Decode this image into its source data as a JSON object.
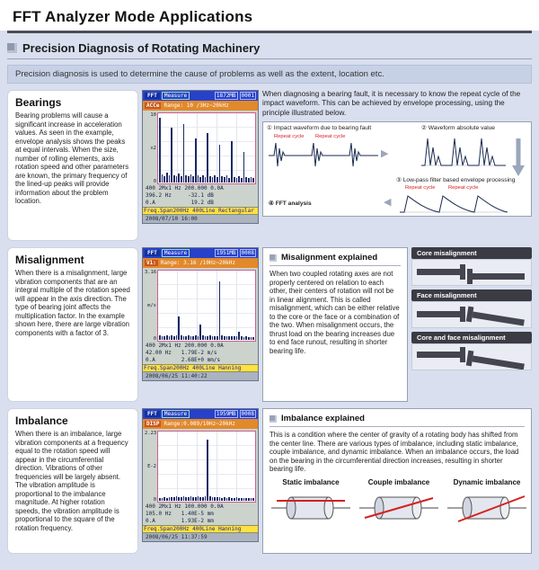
{
  "page": {
    "title": "FFT Analyzer Mode Applications",
    "section_title": "Precision Diagnosis of Rotating Machinery",
    "intro": "Precision diagnosis is used to determine the cause of problems as well as the extent, location etc."
  },
  "bearings": {
    "heading": "Bearings",
    "body": "Bearing problems will cause a significant increase in acceleration values. As seen in the example, envelope analysis shows the peaks at equal intervals. When the size, number of rolling elements, axis rotation speed and other parameters are known, the primary frequency of the lined-up peaks will provide information about the problem location.",
    "right_intro": "When diagnosing a bearing fault, it is necessary to know the repeat cycle of the impact waveform. This can be achieved by envelope processing, using the principle illustrated below.",
    "diagram": {
      "step1": "① Impact waveform due to bearing fault",
      "step2": "② Waveform absolute value",
      "step3": "③ Low-pass filter based envelope processing",
      "step4": "④ FFT analysis",
      "repeat_cycle": "Repeat cycle"
    },
    "screen": {
      "app": "FFT",
      "mode": "Measure",
      "memory": "1872MB",
      "counter": "0001",
      "channel": "ACCe",
      "range": "Range: 10 /3Hz~20kHz",
      "y_top": "10",
      "y_mid": "x2",
      "y_bottom": "0",
      "readout1": "400 2Mx1 Hz 200.000 0.0A",
      "readout2": "396.2 Hz     -32.1 dB",
      "readout3": "0.A           19.2 dB",
      "status": "Freq.Span200Hz 400Line Rectangular",
      "datetime": "2008/07/10 16:00",
      "spectrum": [
        95,
        12,
        9,
        14,
        10,
        80,
        11,
        9,
        13,
        9,
        85,
        10,
        9,
        12,
        9,
        65,
        10,
        8,
        11,
        8,
        72,
        9,
        8,
        10,
        8,
        55,
        9,
        8,
        10,
        7,
        60,
        8,
        7,
        9,
        7,
        45,
        8,
        7,
        8,
        7
      ]
    }
  },
  "misalignment": {
    "heading": "Misalignment",
    "body": "When there is a misalignment, large vibration components that are an integral multiple of the rotation speed will appear in the axis direction. The type of bearing joint affects the multiplication factor. In the example shown here, there are large vibration components with a factor of 3.",
    "explained_title": "Misalignment explained",
    "explained_body": "When two coupled rotating axes are not properly centered on relation to each other, their centers of rotation will not be in linear alignment. This is called misalignment, which can be either relative to the core or the face or a combination of the two. When misalignment occurs, the thrust load on the bearing increases due to end face runout, resulting in shorter bearing life.",
    "types": [
      "Core misalignment",
      "Face misalignment",
      "Core and face misalignment"
    ],
    "screen": {
      "app": "FFT",
      "mode": "Measure",
      "memory": "1951MB",
      "counter": "0008",
      "channel": "V1:",
      "range": "Range: 3.16 /10Hz~20kHz",
      "y_top": "3.16",
      "y_mid": "m/s",
      "y_bottom": "0",
      "readout1": "400 2Mx1 Hz 200.000 0.0A",
      "readout2": "42.00 Hz   1.79E-2 m/s",
      "readout3": "0.A        2.68E+0 mm/s",
      "status": "Freq.Span200Hz 400Line Hanning",
      "datetime": "2008/06/25 11:40:22",
      "spectrum": [
        6,
        5,
        5,
        7,
        5,
        6,
        5,
        6,
        34,
        6,
        5,
        5,
        6,
        5,
        5,
        6,
        5,
        22,
        6,
        5,
        5,
        6,
        5,
        5,
        5,
        86,
        7,
        5,
        5,
        5,
        5,
        5,
        5,
        12,
        5,
        4,
        5,
        4,
        4,
        4
      ]
    }
  },
  "imbalance": {
    "heading": "Imbalance",
    "body": "When there is an imbalance, large vibration components at a frequency equal to the rotation speed will appear in the circumferential direction. Vibrations of other frequencies will be largely absent. The vibration amplitude is proportional to the imbalance magnitude. At higher rotation speeds, the vibration amplitude is proportional to the square of the rotation frequency.",
    "explained_title": "Imbalance explained",
    "explained_body": "This is a condition where the center of gravity of a rotating body has shifted from the center line. There are various types of imbalance, including static imbalance, couple imbalance, and dynamic imbalance. When an imbalance occurs, the load on the bearing in the circumferential direction increases, resulting in shorter bearing life.",
    "types": [
      "Static imbalance",
      "Couple imbalance",
      "Dynamic imbalance"
    ],
    "screen": {
      "app": "FFT",
      "mode": "Measure",
      "memory": "1959MB",
      "counter": "0008",
      "channel": "DISP",
      "range": "Range:0.089/10Hz~20kHz",
      "y_top": "2.23",
      "y_mid": "E-2",
      "y_bottom": "0",
      "readout1": "400 2Mx1 Hz 100.000 0.0A",
      "readout2": "105.0 Hz   1.40E-5 mm",
      "readout3": "0.A        1.93E-2 mm",
      "status": "Freq.Span200Hz 400Line Hanning",
      "datetime": "2008/06/25 11:37:59",
      "spectrum": [
        4,
        4,
        5,
        4,
        5,
        5,
        5,
        6,
        5,
        5,
        6,
        5,
        5,
        6,
        5,
        5,
        6,
        5,
        5,
        7,
        90,
        6,
        5,
        5,
        5,
        5,
        4,
        5,
        4,
        5,
        4,
        4,
        5,
        4,
        4,
        4,
        4,
        4,
        4,
        4
      ]
    }
  }
}
